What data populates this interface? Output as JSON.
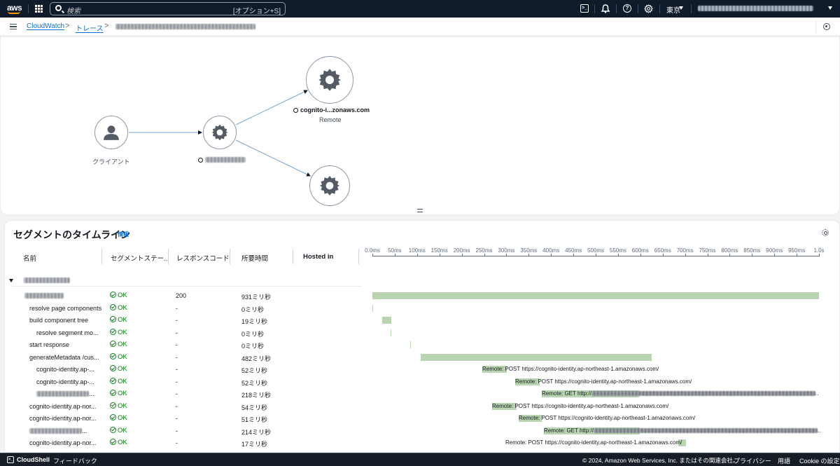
{
  "topbar": {
    "logo": "aws",
    "search_placeholder": "検索",
    "search_shortcut": "[オプション+S]",
    "icons": [
      "cloudshell-icon",
      "bell-icon",
      "help-icon",
      "gear-icon"
    ],
    "region": "東京",
    "account": "(redacted)"
  },
  "breadcrumb": {
    "items": [
      "CloudWatch",
      "トレース"
    ],
    "current": "(redacted trace id)"
  },
  "service_map": {
    "nodes": [
      {
        "id": "client",
        "label": "クライアント",
        "icon": "user-icon"
      },
      {
        "id": "app",
        "title": "(redacted)",
        "icon": "gear-icon"
      },
      {
        "id": "remote1",
        "title": "cognito-i...zonaws.com",
        "subtitle": "Remote",
        "icon": "gear-icon"
      },
      {
        "id": "remote2",
        "icon": "gear-icon"
      }
    ],
    "edges": [
      [
        "client",
        "app"
      ],
      [
        "app",
        "remote1"
      ],
      [
        "app",
        "remote2"
      ]
    ]
  },
  "timeline": {
    "title": "セグメントのタイムライン",
    "info_link": "情報",
    "columns": [
      "名前",
      "セグメントステー...",
      "レスポンスコード",
      "所要時間",
      "Hosted in"
    ],
    "axis_ticks": [
      "0.0ms",
      "50ms",
      "100ms",
      "150ms",
      "200ms",
      "250ms",
      "300ms",
      "350ms",
      "400ms",
      "450ms",
      "500ms",
      "550ms",
      "600ms",
      "650ms",
      "700ms",
      "750ms",
      "800ms",
      "850ms",
      "900ms",
      "950ms",
      "1.0s"
    ],
    "group_name": "(redacted)",
    "rows": [
      {
        "name": "(redacted)",
        "status": "OK",
        "code": "200",
        "duration": "931ミリ秒",
        "bar_label": ""
      },
      {
        "name": "resolve page components",
        "status": "OK",
        "code": "-",
        "duration": "0ミリ秒",
        "bar_label": ""
      },
      {
        "name": "build component tree",
        "status": "OK",
        "code": "-",
        "duration": "19ミリ秒",
        "bar_label": ""
      },
      {
        "name": "resolve segment mo...",
        "status": "OK",
        "code": "-",
        "duration": "0ミリ秒",
        "bar_label": ""
      },
      {
        "name": "start response",
        "status": "OK",
        "code": "-",
        "duration": "0ミリ秒",
        "bar_label": ""
      },
      {
        "name": "generateMetadata /cus...",
        "status": "OK",
        "code": "-",
        "duration": "482ミリ秒",
        "bar_label": ""
      },
      {
        "name": "cognito-identity.ap-...",
        "status": "OK",
        "code": "-",
        "duration": "52ミリ秒",
        "bar_label": "Remote: POST https://cognito-identity.ap-northeast-1.amazonaws.com/"
      },
      {
        "name": "cognito-identity.ap-...",
        "status": "OK",
        "code": "-",
        "duration": "52ミリ秒",
        "bar_label": "Remote: POST https://cognito-identity.ap-northeast-1.amazonaws.com/"
      },
      {
        "name": "(redacted)...",
        "status": "OK",
        "code": "-",
        "duration": "218ミリ秒",
        "bar_label": "Remote: GET http://"
      },
      {
        "name": "cognito-identity.ap-nor...",
        "status": "OK",
        "code": "-",
        "duration": "54ミリ秒",
        "bar_label": "Remote: POST https://cognito-identity.ap-northeast-1.amazonaws.com/"
      },
      {
        "name": "cognito-identity.ap-nor...",
        "status": "OK",
        "code": "-",
        "duration": "51ミリ秒",
        "bar_label": "Remote: POST https://cognito-identity.ap-northeast-1.amazonaws.com/"
      },
      {
        "name": "(redacted)s...",
        "status": "OK",
        "code": "-",
        "duration": "214ミリ秒",
        "bar_label": "Remote: GET http://"
      },
      {
        "name": "cognito-identity.ap-nor...",
        "status": "OK",
        "code": "-",
        "duration": "17ミリ秒",
        "bar_label": "Remote: POST https://cognito-identity.ap-northeast-1.amazonaws.com/"
      }
    ]
  },
  "bottombar": {
    "cloudshell": "CloudShell",
    "feedback": "フィードバック",
    "copyright": "© 2024, Amazon Web Services, Inc. またはその関連会社。",
    "privacy": "プライバシー",
    "terms": "用語",
    "cookies": "Cookie の設定"
  },
  "colors": {
    "bar": "#b8d4b0",
    "ok": "#037f0c",
    "link": "#0972d3",
    "topbar": "#0f1b2a"
  }
}
